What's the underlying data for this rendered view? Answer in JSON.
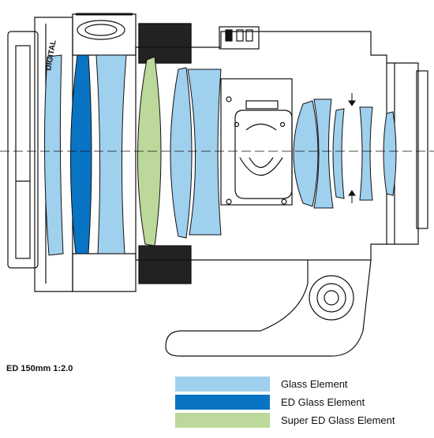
{
  "diagram": {
    "lens_name": "ED 150mm 1:2.0",
    "barrel_text": "DIGITAL"
  },
  "colors": {
    "glass": "#9fd0ee",
    "ed_glass": "#0a74c4",
    "super_ed_glass": "#bcd89a",
    "outline": "#111111"
  },
  "legend": [
    {
      "label": "Glass Element",
      "color": "#9fd0ee"
    },
    {
      "label": "ED Glass Element",
      "color": "#0a74c4"
    },
    {
      "label": "Super ED Glass Element",
      "color": "#bcd89a"
    }
  ]
}
